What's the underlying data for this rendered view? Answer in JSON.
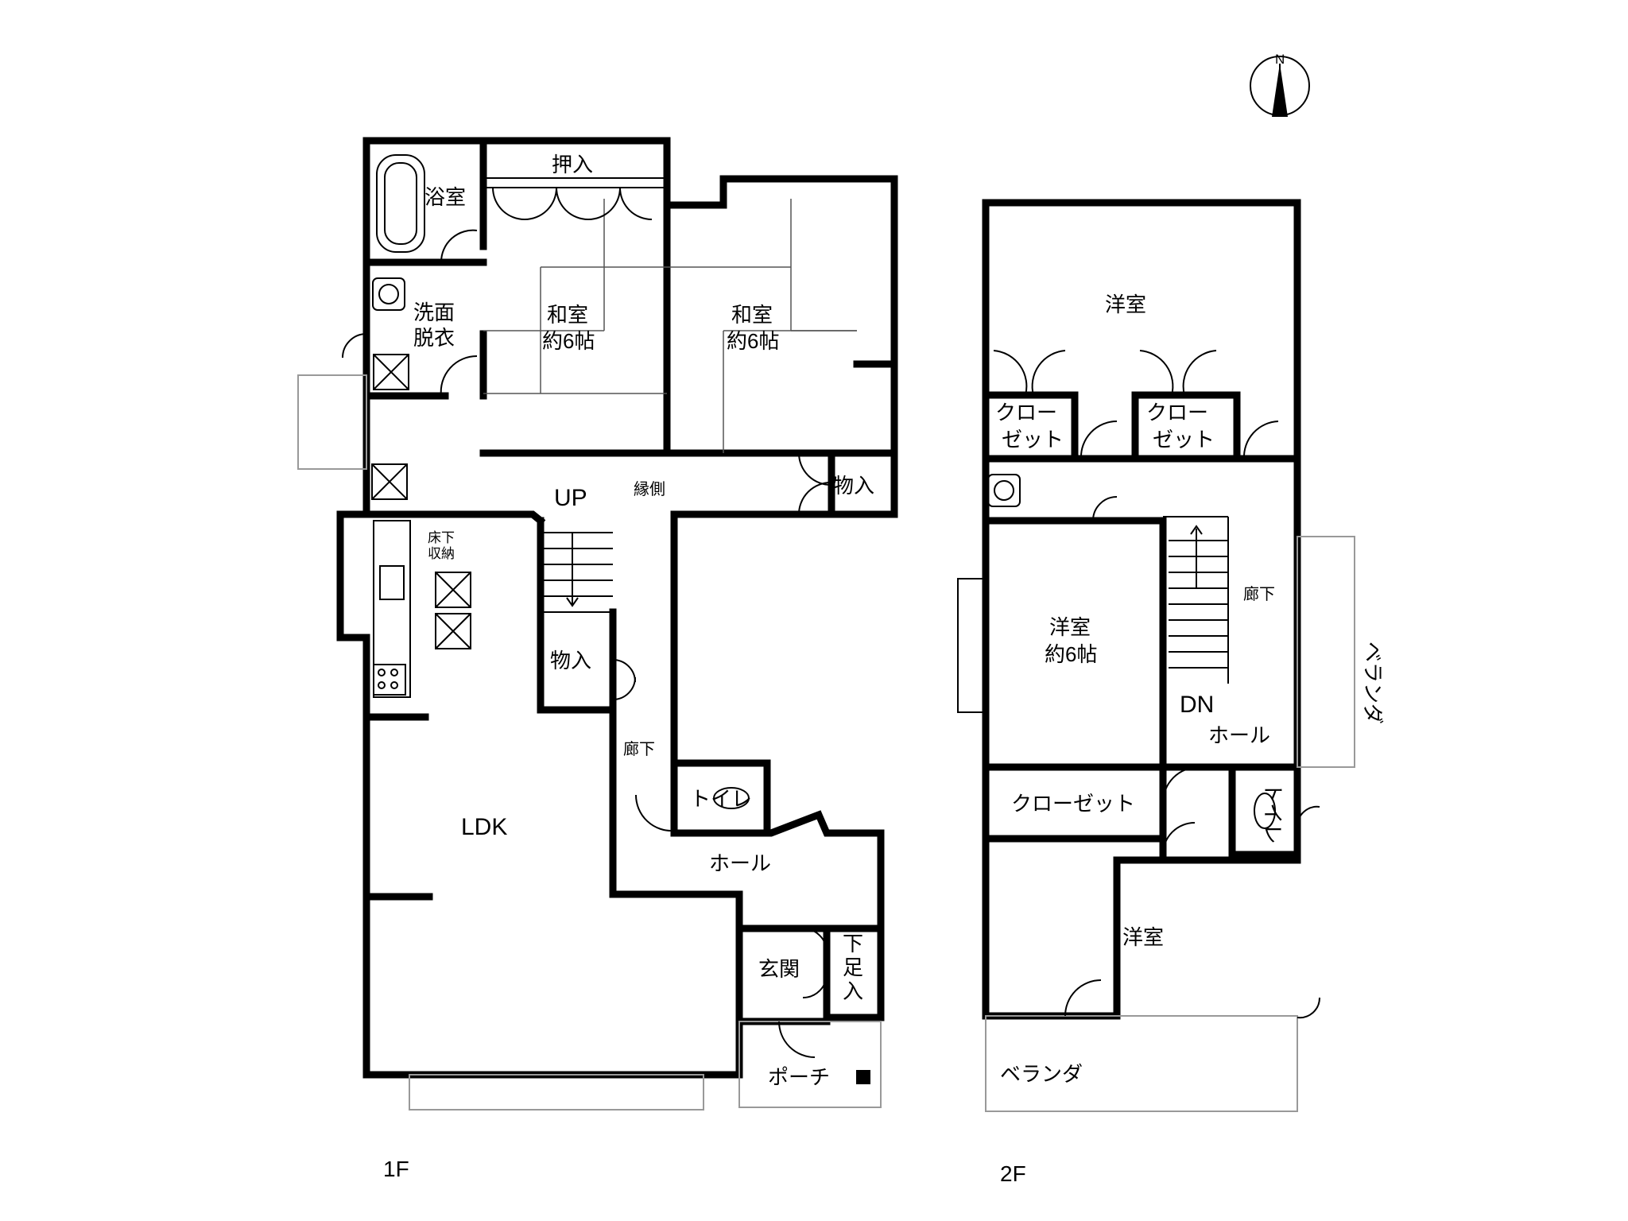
{
  "compass": {
    "label": "N",
    "icon": "north-arrow-icon"
  },
  "floors": {
    "first": {
      "label": "1F",
      "rooms": {
        "bath": "浴室",
        "closet_oshiire": "押入",
        "washroom_line1": "洗面",
        "washroom_line2": "脱衣",
        "washitsu_a_line1": "和室",
        "washitsu_a_line2": "約6帖",
        "washitsu_b_line1": "和室",
        "washitsu_b_line2": "約6帖",
        "engawa": "縁側",
        "up": "UP",
        "storage_a": "物入",
        "underfloor_line1": "床下",
        "underfloor_line2": "収納",
        "storage_b": "物入",
        "corridor": "廊下",
        "toilet": "トイレ",
        "ldk": "LDK",
        "hall": "ホール",
        "entrance": "玄関",
        "shoe_line1": "下",
        "shoe_line2": "足",
        "shoe_line3": "入",
        "porch": "ポーチ"
      }
    },
    "second": {
      "label": "2F",
      "rooms": {
        "western_north": "洋室",
        "closet_a_line1": "クロー",
        "closet_a_line2": "ゼット",
        "closet_b_line1": "クロー",
        "closet_b_line2": "ゼット",
        "western_mid_line1": "洋室",
        "western_mid_line2": "約6帖",
        "corridor": "廊下",
        "dn": "DN",
        "hall": "ホール",
        "balcony_east": "ベランダ",
        "closet_long": "クローゼット",
        "toilet": "トイレ",
        "western_south": "洋室",
        "balcony_south": "ベランダ"
      }
    }
  }
}
